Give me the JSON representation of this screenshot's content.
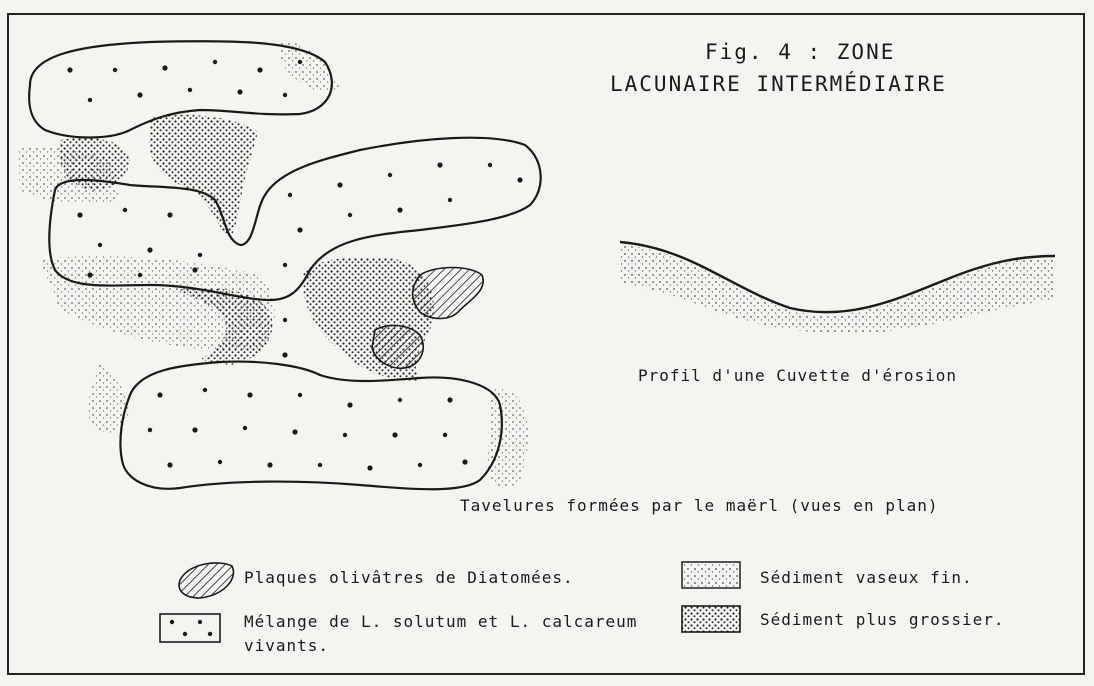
{
  "figure": {
    "title_line1": "Fig. 4 :  ZONE",
    "title_line2": "LACUNAIRE   INTERMÉDIAIRE"
  },
  "captions": {
    "profile": "Profil d'une Cuvette d'érosion",
    "plan": "Tavelures formées par le maërl (vues en plan)"
  },
  "legend": {
    "diatomees": "Plaques olivâtres de Diatomées.",
    "melange_line1": "Mélange de L. solutum et L. calcareum",
    "melange_line2": "vivants.",
    "sediment_fin": "Sédiment vaseux fin.",
    "sediment_grossier": "Sédiment plus grossier."
  },
  "colors": {
    "ink": "#1a1a1a",
    "paper": "#f4f4f1"
  }
}
